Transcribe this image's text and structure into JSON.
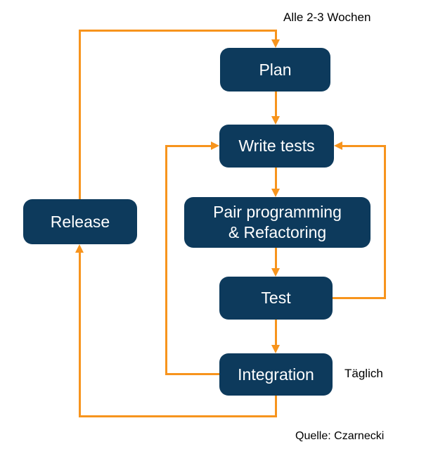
{
  "diagram": {
    "annotations": {
      "cycle_label": "Alle 2-3 Wochen",
      "daily_label": "Täglich",
      "source_label": "Quelle: Czarnecki"
    },
    "nodes": {
      "plan": {
        "label": "Plan"
      },
      "write_tests": {
        "label": "Write tests"
      },
      "pair_programming": {
        "label": "Pair programming\n& Refactoring"
      },
      "test": {
        "label": "Test"
      },
      "integration": {
        "label": "Integration"
      },
      "release": {
        "label": "Release"
      }
    },
    "colors": {
      "node_fill": "#0d3a5c",
      "node_text": "#ffffff",
      "arrow": "#f7941d",
      "annotation_text": "#000000",
      "background": "#ffffff"
    }
  }
}
